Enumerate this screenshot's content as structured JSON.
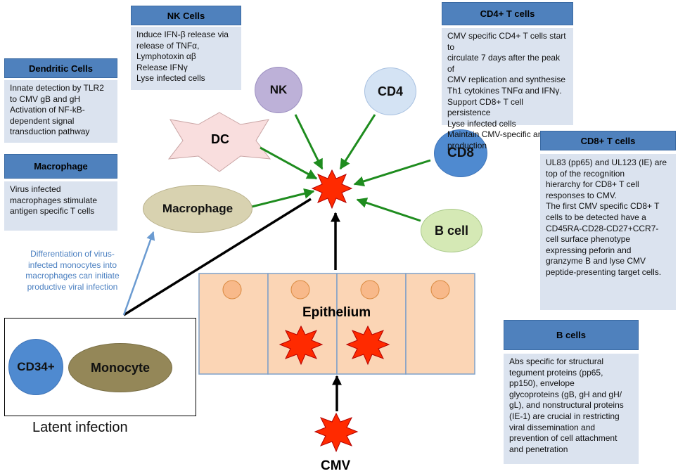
{
  "nk_cells": {
    "title": "NK Cells",
    "lines": [
      "Induce IFN-β release via",
      "release of TNFα,",
      "Lymphotoxin αβ",
      "Release IFNγ",
      "Lyse infected cells"
    ]
  },
  "cd4_t_cells": {
    "title": "CD4+ T cells",
    "lines": [
      "CMV specific CD4+ T cells start to",
      "circulate 7 days after the peak of",
      "CMV replication and synthesise",
      "Th1 cytokines TNFα and IFNγ.",
      "Support CD8+ T cell persistence",
      "Lyse infected cells",
      "Maintain CMV-specific antibody",
      "production"
    ]
  },
  "dendritic_cells": {
    "title": "Dendritic Cells",
    "lines": [
      "Innate detection by TLR2",
      "to CMV gB and gH",
      "Activation of NF-kB-",
      "dependent signal",
      "transduction pathway"
    ]
  },
  "macrophage_box": {
    "title": "Macrophage",
    "lines": [
      "Virus infected",
      "macrophages stimulate",
      "antigen specific T cells"
    ]
  },
  "cd8_t_cells": {
    "title": "CD8+ T cells",
    "lines": [
      "UL83 (pp65) and UL123 (IE) are",
      "top of the recognition",
      "hierarchy for CD8+ T cell",
      "responses to CMV.",
      "The first CMV specific CD8+ T",
      "cells to be detected have a",
      "CD45RA-CD28-CD27+CCR7-",
      "cell surface phenotype",
      "expressing peforin and",
      "granzyme B and lyse CMV",
      "peptide-presenting target cells."
    ]
  },
  "b_cells": {
    "title": "B cells",
    "lines": [
      "Abs specific for structural",
      "tegument proteins (pp65,",
      "pp150), envelope",
      "glycoproteins (gB, gH and gH/",
      "gL), and nonstructural proteins",
      "(IE-1) are crucial in restricting",
      "viral dissemination and",
      "prevention of cell attachment",
      "and penetration"
    ]
  },
  "differentiation_note": {
    "lines": [
      "Differentiation of virus-",
      "infected monocytes into",
      "macrophages can initiate",
      "productive viral infection"
    ]
  },
  "cells": {
    "nk": "NK",
    "cd4": "CD4",
    "dc": "DC",
    "cd8": "CD8",
    "macrophage": "Macrophage",
    "b_cell": "B cell",
    "cd34": "CD34+",
    "monocyte": "Monocyte"
  },
  "epithelium_label": "Epithelium",
  "latent_label": "Latent infection",
  "cmv_label": "CMV",
  "colors": {
    "header_blue": "#4f81bd",
    "box_fill": "#dbe3ef",
    "arrow_green": "#1e8c1e",
    "arrow_blue": "#6b9bd1",
    "note_blue": "#4a7fc0",
    "epithelium_fill": "#fbd5b5",
    "virus_red": "#ff2a00"
  }
}
